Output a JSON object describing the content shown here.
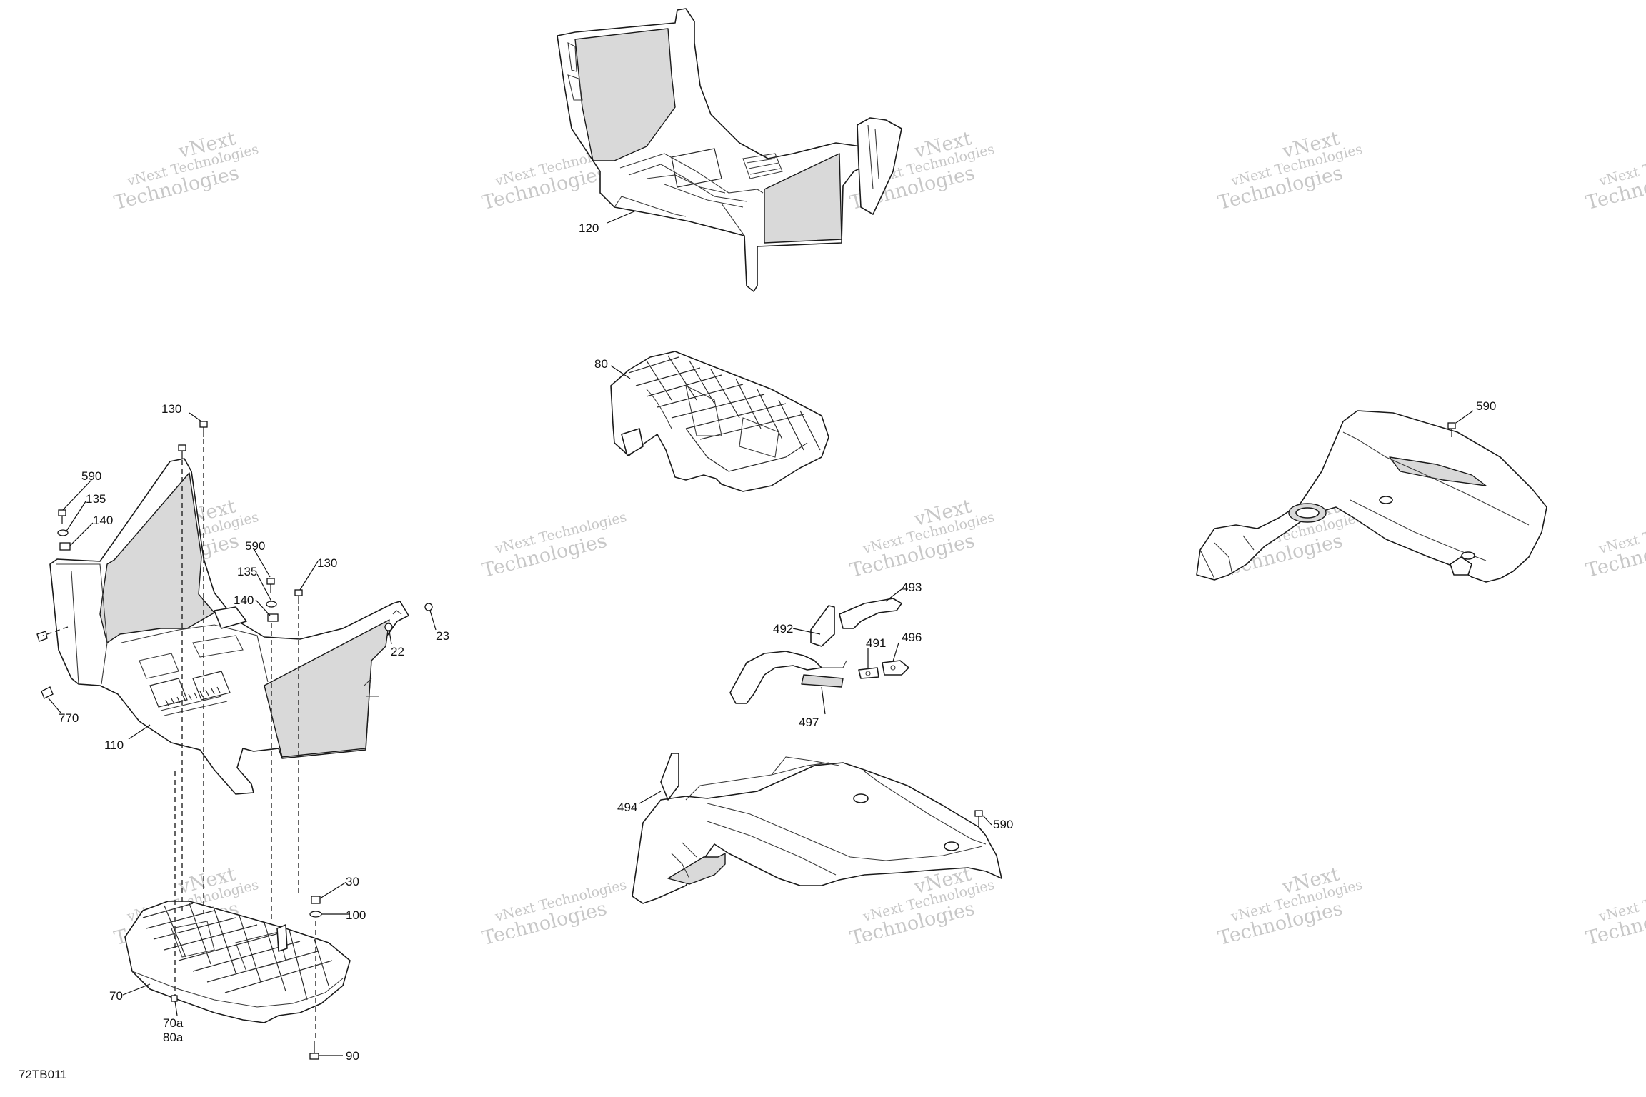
{
  "figure_code": "72TB011",
  "watermark": {
    "line1": "vNext Technologies",
    "line2": "Technologies",
    "line3": "vNext"
  },
  "callouts": {
    "c120": "120",
    "c80": "80",
    "c130a": "130",
    "c590a": "590",
    "c135a": "135",
    "c140a": "140",
    "c590b": "590",
    "c135b": "135",
    "c140b": "140",
    "c130b": "130",
    "c23": "23",
    "c22": "22",
    "c770": "770",
    "c110": "110",
    "c30": "30",
    "c100": "100",
    "c70": "70",
    "c70a": "70a",
    "c80a": "80a",
    "c90": "90",
    "c493": "493",
    "c492": "492",
    "c491": "491",
    "c496": "496",
    "c497": "497",
    "c494": "494",
    "c590c": "590",
    "c590d": "590"
  }
}
